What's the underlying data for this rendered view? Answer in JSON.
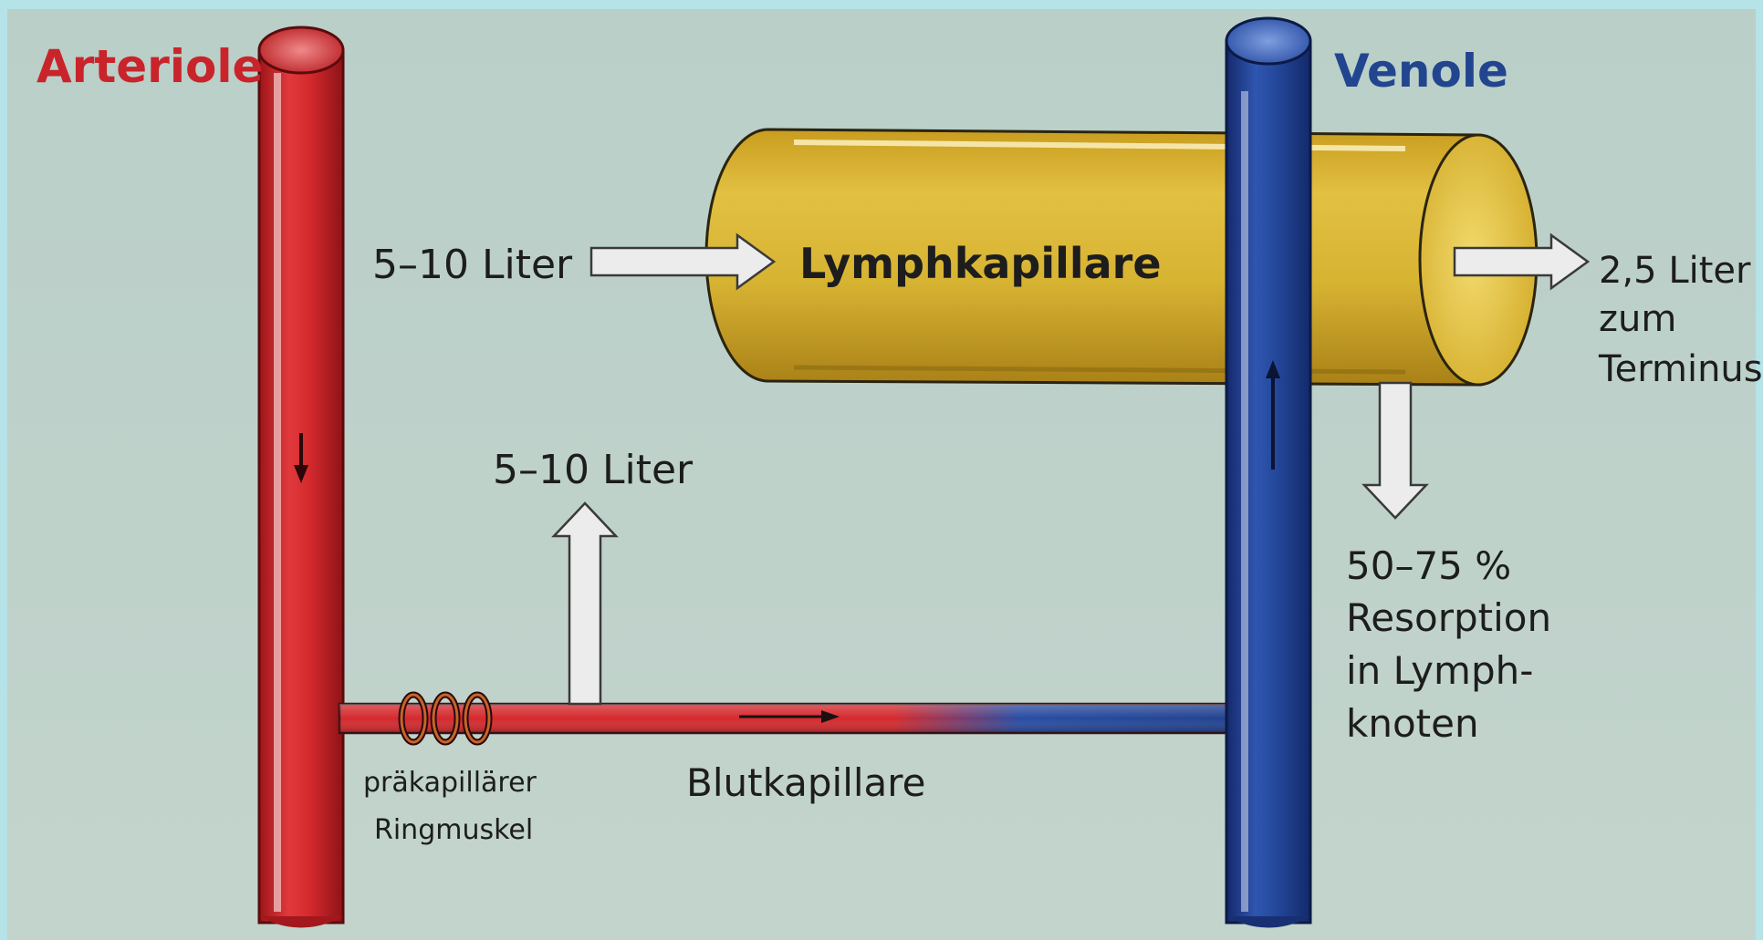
{
  "labels": {
    "arteriole": "Arteriole",
    "venole": "Venole",
    "lymphkapillare": "Lymphkapillare",
    "inflow_lymph": "5–10 Liter",
    "filtration": "5–10 Liter",
    "outflow_line1": "2,5 Liter",
    "outflow_line2": "zum",
    "outflow_line3": "Terminus",
    "resorption_line1": "50–75 %",
    "resorption_line2": "Resorption",
    "resorption_line3": "in Lymph-",
    "resorption_line4": "knoten",
    "muscle_line1": "präkapillärer",
    "muscle_line2": "Ringmuskel",
    "blutkapillare": "Blutkapillare"
  },
  "colors": {
    "artery": "#d42a2e",
    "vein": "#1f3f8f",
    "lymph": "#d9b52f",
    "arrow_fill": "#ececec",
    "label_artery": "#c9242b",
    "label_vein": "#22458f"
  }
}
